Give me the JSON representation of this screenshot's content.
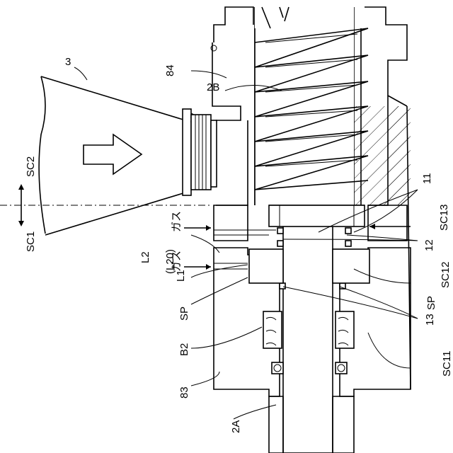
{
  "labels": {
    "l3": "3",
    "l84": "84",
    "l2B": "2B",
    "l11": "11",
    "lSC13": "SC13",
    "l12": "12",
    "lSC12": "SC12",
    "lSP_right": "SP",
    "l13": "13",
    "lSC11": "SC11",
    "l83": "83",
    "l2A": "2A",
    "lB2": "B2",
    "lSP_left": "SP",
    "lL1": "L1",
    "lL2": "L2",
    "lL20": "(L20)",
    "lGas1": "ガス",
    "lGas2": "ガス",
    "lSC1": "SC1",
    "lSC2": "SC2"
  }
}
